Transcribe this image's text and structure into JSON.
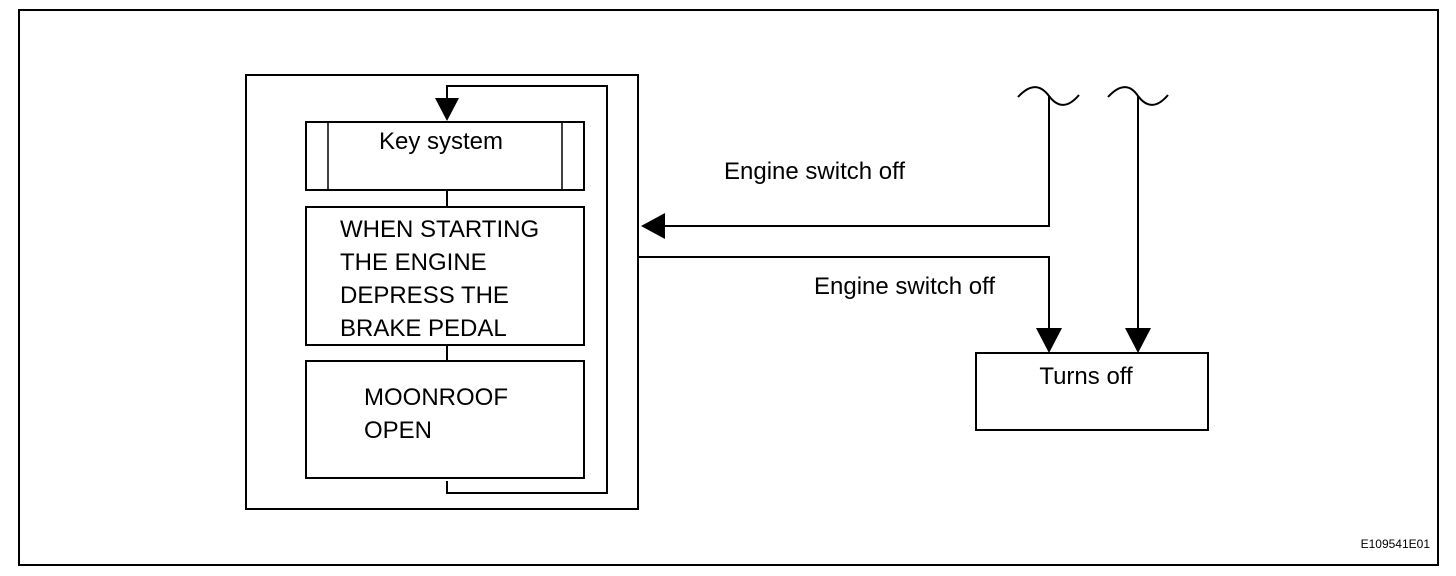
{
  "diagram": {
    "display": {
      "key_system": "Key system",
      "starting_line1": "WHEN STARTING",
      "starting_line2": "THE ENGINE",
      "starting_line3": "DEPRESS THE",
      "starting_line4": "BRAKE PEDAL",
      "moonroof_line1": "MOONROOF",
      "moonroof_line2": "OPEN"
    },
    "labels": {
      "engine_switch_off_upper": "Engine switch off",
      "engine_switch_off_lower": "Engine switch off",
      "turns_off": "Turns off"
    },
    "figure_id": "E109541E01"
  }
}
